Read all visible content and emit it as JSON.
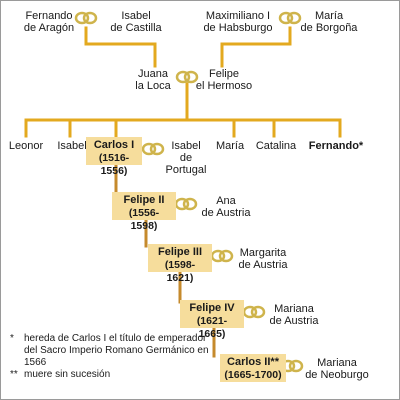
{
  "people": {
    "fernando_aragon": {
      "name": "Fernando",
      "place": "de Aragón"
    },
    "isabel_castilla": {
      "name": "Isabel",
      "place": "de Castilla"
    },
    "maximiliano": {
      "name": "Maximiliano I",
      "place": "de Habsburgo"
    },
    "maria_borgona": {
      "name": "María",
      "place": "de Borgoña"
    },
    "juana": {
      "name": "Juana",
      "epithet": "la Loca"
    },
    "felipe_hermoso": {
      "name": "Felipe",
      "epithet": "el Hermoso"
    },
    "leonor": {
      "name": "Leonor"
    },
    "isabel": {
      "name": "Isabel"
    },
    "carlos1": {
      "name": "Carlos I",
      "dates": "(1516-1556)"
    },
    "isabel_portugal": {
      "line1": "Isabel",
      "line2": "de",
      "line3": "Portugal"
    },
    "maria": {
      "name": "María"
    },
    "catalina": {
      "name": "Catalina"
    },
    "fernando_child": {
      "name": "Fernando*"
    },
    "felipe2": {
      "name": "Felipe II",
      "dates": "(1556-1598)"
    },
    "ana": {
      "name": "Ana",
      "place": "de Austria"
    },
    "felipe3": {
      "name": "Felipe III",
      "dates": "(1598-1621)"
    },
    "margarita": {
      "name": "Margarita",
      "place": "de Austria"
    },
    "felipe4": {
      "name": "Felipe IV",
      "dates": "(1621-1665)"
    },
    "mariana_austria": {
      "name": "Mariana",
      "place": "de Austria"
    },
    "carlos2": {
      "name": "Carlos II**",
      "dates": "(1665-1700)"
    },
    "mariana_neoburgo": {
      "name": "Mariana",
      "place": "de Neoburgo"
    }
  },
  "footnotes": [
    {
      "marker": "*",
      "text": "hereda de Carlos I el título de emperador del Sacro Imperio Romano Germánico en 1566"
    },
    {
      "marker": "**",
      "text": "muere sin sucesión"
    }
  ],
  "colors": {
    "line_gold": "#e3a91f",
    "line_brown": "#c58a2c",
    "ring_gold": "#cfb44c",
    "box_fill": "#f6dd9c"
  },
  "icons": {
    "marriage": "marriage-rings-icon"
  }
}
